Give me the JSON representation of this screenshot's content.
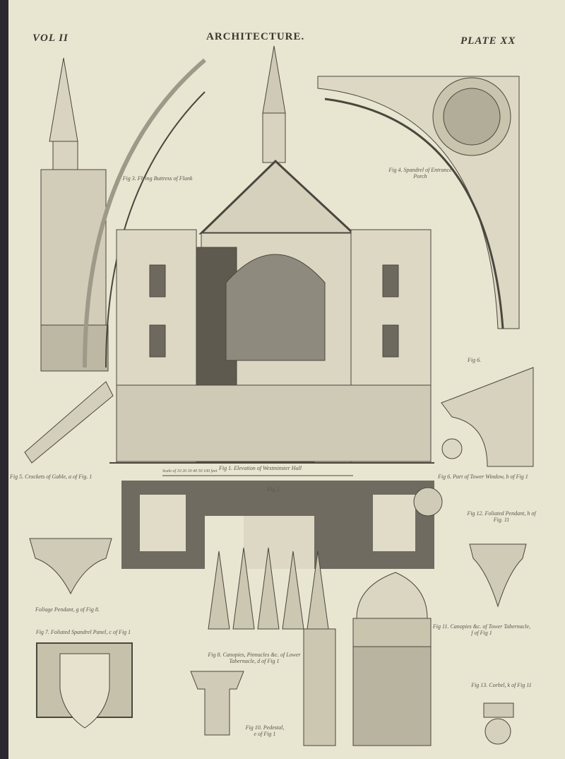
{
  "header": {
    "volume": "VOL II",
    "title": "ARCHITECTURE.",
    "plate": "PLATE XX"
  },
  "captions": {
    "fig3": "Fig 3. Flying Buttress of Flank",
    "fig4": "Fig 4. Spandrel of Entrance Porch",
    "fig6_top": "Fig 6.",
    "fig5": "Fig 5. Crockets of Gable, a of Fig. 1",
    "fig1": "Fig 1. Elevation of Westminster Hall",
    "fig6": "Fig 6. Part of Tower Window, b of Fig 1",
    "scale": "Scale of 10  20  30  40  50  100 feet",
    "fig2": "Fig 2.",
    "fig12": "Fig 12. Foliated Pendant, h of Fig. 11",
    "fig9": "Foliage Pendant, g of Fig 8.",
    "fig7": "Fig 7. Foliated Spandrel Panel, c of Fig 1",
    "fig8": "Fig 8. Canopies, Pinnacles &c. of Lower Tabernacle, d of Fig 1",
    "fig11": "Fig 11. Canopies &c. of Tower Tabernacle, f of Fig 1",
    "fig10": "Fig 10. Pedestal, e of Fig 1",
    "fig13": "Fig 13. Corbel, k of Fig 11"
  },
  "colors": {
    "paper": "#e8e5d1",
    "ink": "#3a3830",
    "shadow": "#5e5a50",
    "plan": "#6f6b60"
  }
}
